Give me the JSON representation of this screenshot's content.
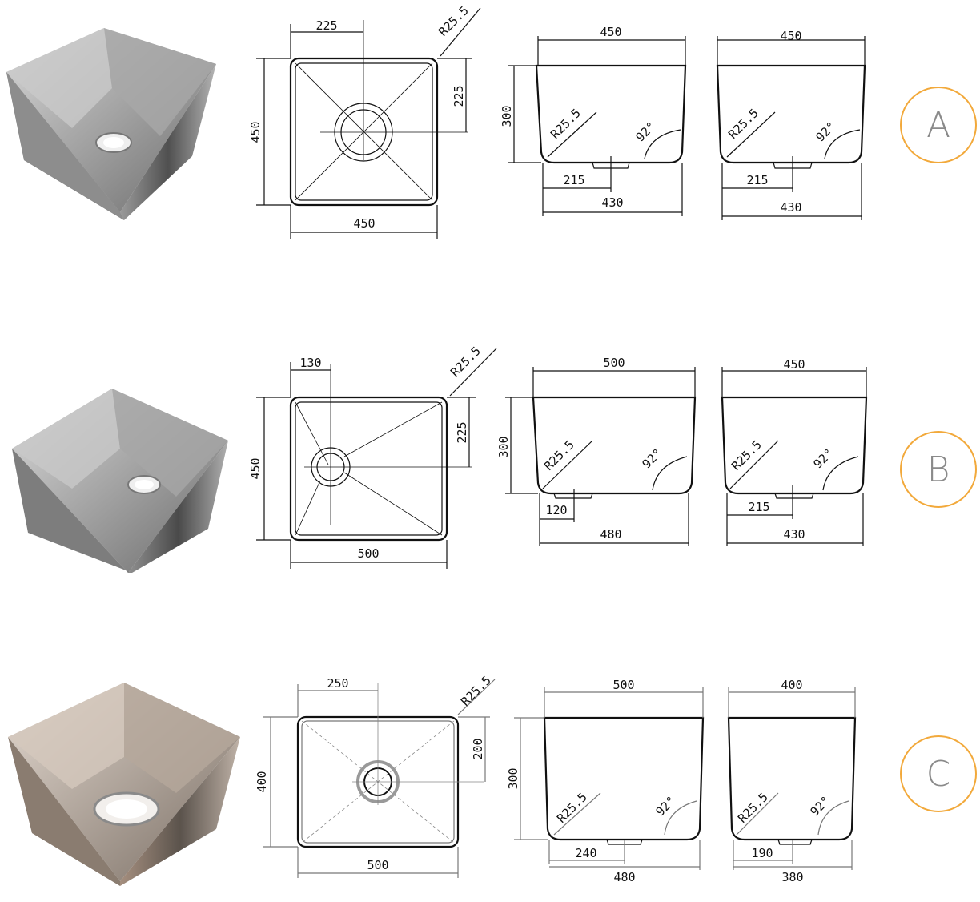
{
  "variants": [
    {
      "label": "A",
      "top": {
        "overall_width": "450",
        "overall_height": "450",
        "drain_x": "225",
        "drain_y": "225",
        "corner_radius": "R25.5"
      },
      "front": {
        "top_width": "450",
        "height": "300",
        "radius": "R25.5",
        "angle": "92°",
        "drain_offset": "215",
        "bottom_width": "430"
      },
      "side": {
        "top_width": "450",
        "radius": "R25.5",
        "angle": "92°",
        "drain_offset": "215",
        "bottom_width": "430"
      }
    },
    {
      "label": "B",
      "top": {
        "overall_width": "500",
        "overall_height": "450",
        "drain_x": "130",
        "drain_y": "225",
        "corner_radius": "R25.5"
      },
      "front": {
        "top_width": "500",
        "height": "300",
        "radius": "R25.5",
        "angle": "92°",
        "drain_offset": "120",
        "bottom_width": "480"
      },
      "side": {
        "top_width": "450",
        "radius": "R25.5",
        "angle": "92°",
        "drain_offset": "215",
        "bottom_width": "430"
      }
    },
    {
      "label": "C",
      "top": {
        "overall_width": "500",
        "overall_height": "400",
        "drain_x": "250",
        "drain_y": "200",
        "corner_radius": "R25.5"
      },
      "front": {
        "top_width": "500",
        "height": "300",
        "radius": "R25.5",
        "angle": "92°",
        "drain_offset": "240",
        "bottom_width": "480"
      },
      "side": {
        "top_width": "400",
        "radius": "R25.5",
        "angle": "92°",
        "drain_offset": "190",
        "bottom_width": "380"
      }
    }
  ],
  "colors": {
    "badge_border": "#f2a93b",
    "badge_text": "#8a8a8a",
    "line": "#111111"
  }
}
